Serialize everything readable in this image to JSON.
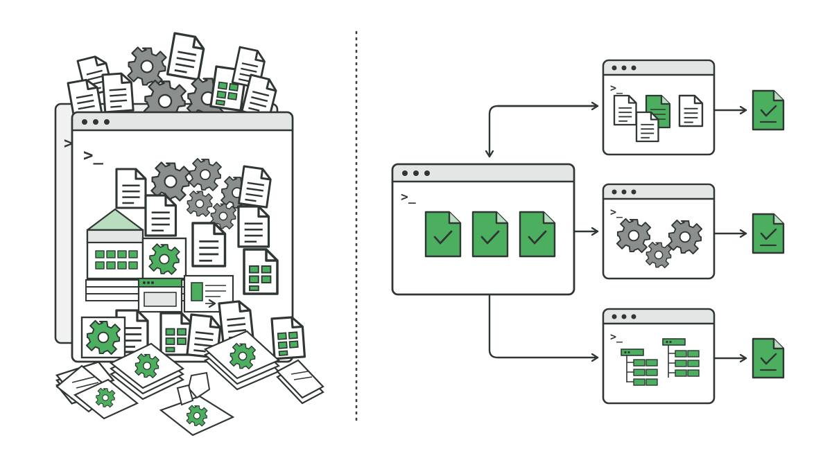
{
  "prompt_text": ">_",
  "colors": {
    "stroke": "#2f3633",
    "paper": "#ffffff",
    "bar": "#e4e6e5",
    "paper_fill": "#f0f1f0",
    "gear": "#8a8f8d",
    "green": "#4caf5f",
    "green_light": "#b8ddbf",
    "divider": "#3a3f3d"
  },
  "left_panel": {
    "icons": "overflowing-terminal-window-with-documents-and-gear-icons"
  },
  "right_panel": {
    "main_window_icons": [
      "check-document-icon",
      "check-document-icon",
      "check-document-icon"
    ],
    "branches": [
      {
        "name": "documents-window",
        "result_icon": "check-document-icon"
      },
      {
        "name": "gears-window",
        "result_icon": "check-document-icon"
      },
      {
        "name": "tree-diagram-window",
        "result_icon": "check-document-icon"
      }
    ]
  }
}
